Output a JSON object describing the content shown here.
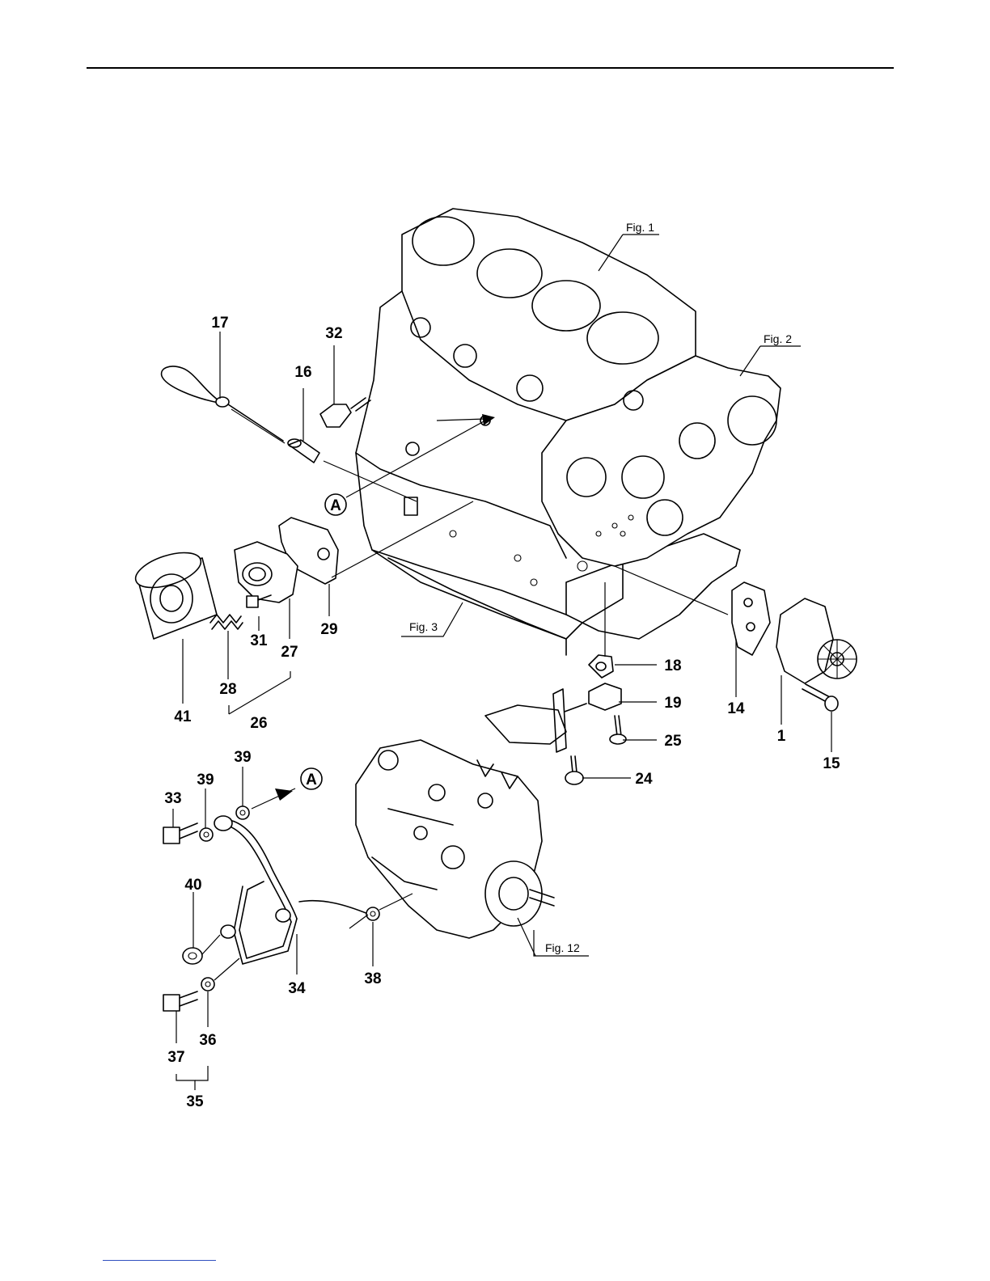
{
  "labels": {
    "p17": "17",
    "p16": "16",
    "p32": "32",
    "pA1": "A",
    "p29": "29",
    "p27": "27",
    "p31": "31",
    "p28": "28",
    "p26": "26",
    "p41": "41",
    "p18": "18",
    "p19": "19",
    "p25": "25",
    "p24": "24",
    "p14": "14",
    "p1": "1",
    "p15": "15",
    "p33": "33",
    "p39a": "39",
    "p39b": "39",
    "pA2": "A",
    "p40": "40",
    "p34": "34",
    "p38": "38",
    "p37": "37",
    "p36": "36",
    "p35": "35"
  },
  "figure_refs": {
    "fig1": "Fig. 1",
    "fig2": "Fig. 2",
    "fig3": "Fig. 3",
    "fig12": "Fig. 12"
  }
}
